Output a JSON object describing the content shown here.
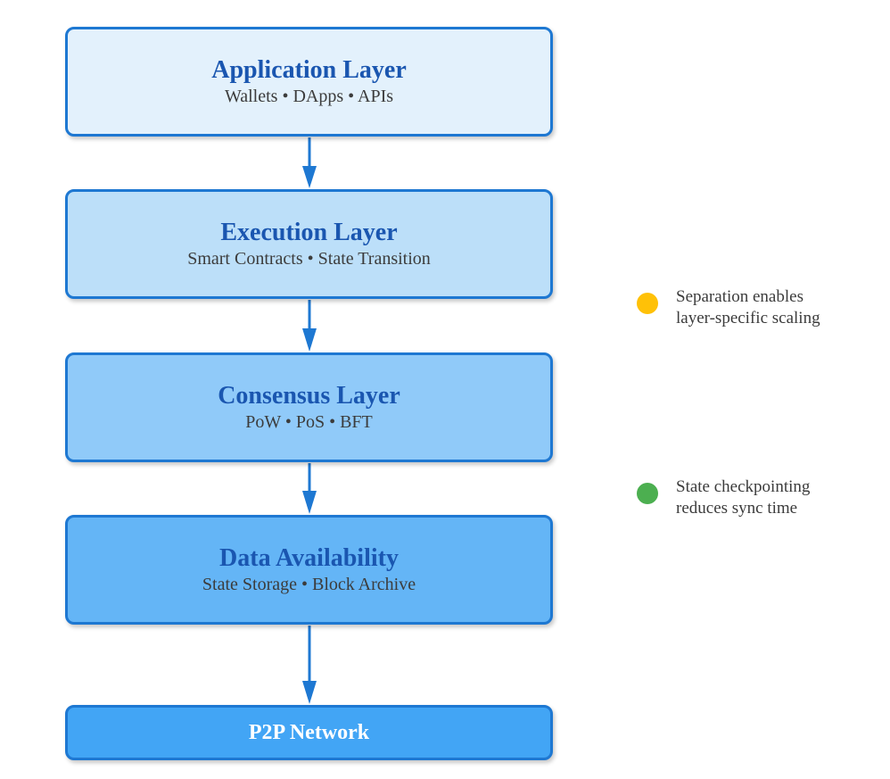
{
  "layers": [
    {
      "title": "Application Layer",
      "subtitle": "Wallets • DApps • APIs"
    },
    {
      "title": "Execution Layer",
      "subtitle": "Smart Contracts • State Transition"
    },
    {
      "title": "Consensus Layer",
      "subtitle": "PoW • PoS • BFT"
    },
    {
      "title": "Data Availability",
      "subtitle": "State Storage • Block Archive"
    },
    {
      "title": "P2P Network"
    }
  ],
  "notes": [
    {
      "text": "Separation enables\nlayer-specific scaling",
      "color": "#ffc107"
    },
    {
      "text": "State checkpointing\nreduces sync time",
      "color": "#4caf50"
    }
  ],
  "colors": {
    "border": "#1e78d2",
    "arrow": "#1e78d2",
    "title": "#1a56b0"
  }
}
